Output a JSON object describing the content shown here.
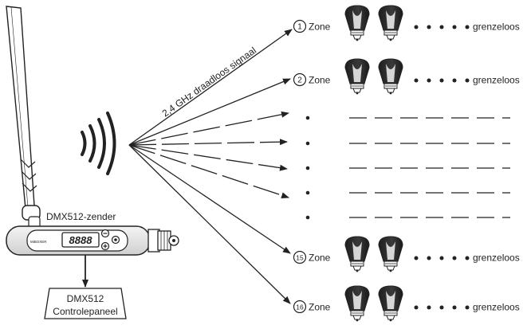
{
  "transmitter": {
    "label": "DMX512-zender",
    "display_digits": "8888",
    "brand_text": "MiBOXER"
  },
  "controller": {
    "line1": "DMX512",
    "line2": "Controlepaneel"
  },
  "signal": {
    "label": "2,4 GHz draadloos signaal"
  },
  "zones": [
    {
      "number": "1",
      "label": "Zone",
      "suffix": "grenzeloos"
    },
    {
      "number": "2",
      "label": "Zone",
      "suffix": "grenzeloos"
    },
    {
      "number": "15",
      "label": "Zone",
      "suffix": "grenzeloos"
    },
    {
      "number": "16",
      "label": "Zone",
      "suffix": "grenzeloos"
    }
  ],
  "colors": {
    "stroke": "#222222",
    "bulb_dark": "#2b2b2b",
    "bulb_light": "#f2f2f2"
  }
}
